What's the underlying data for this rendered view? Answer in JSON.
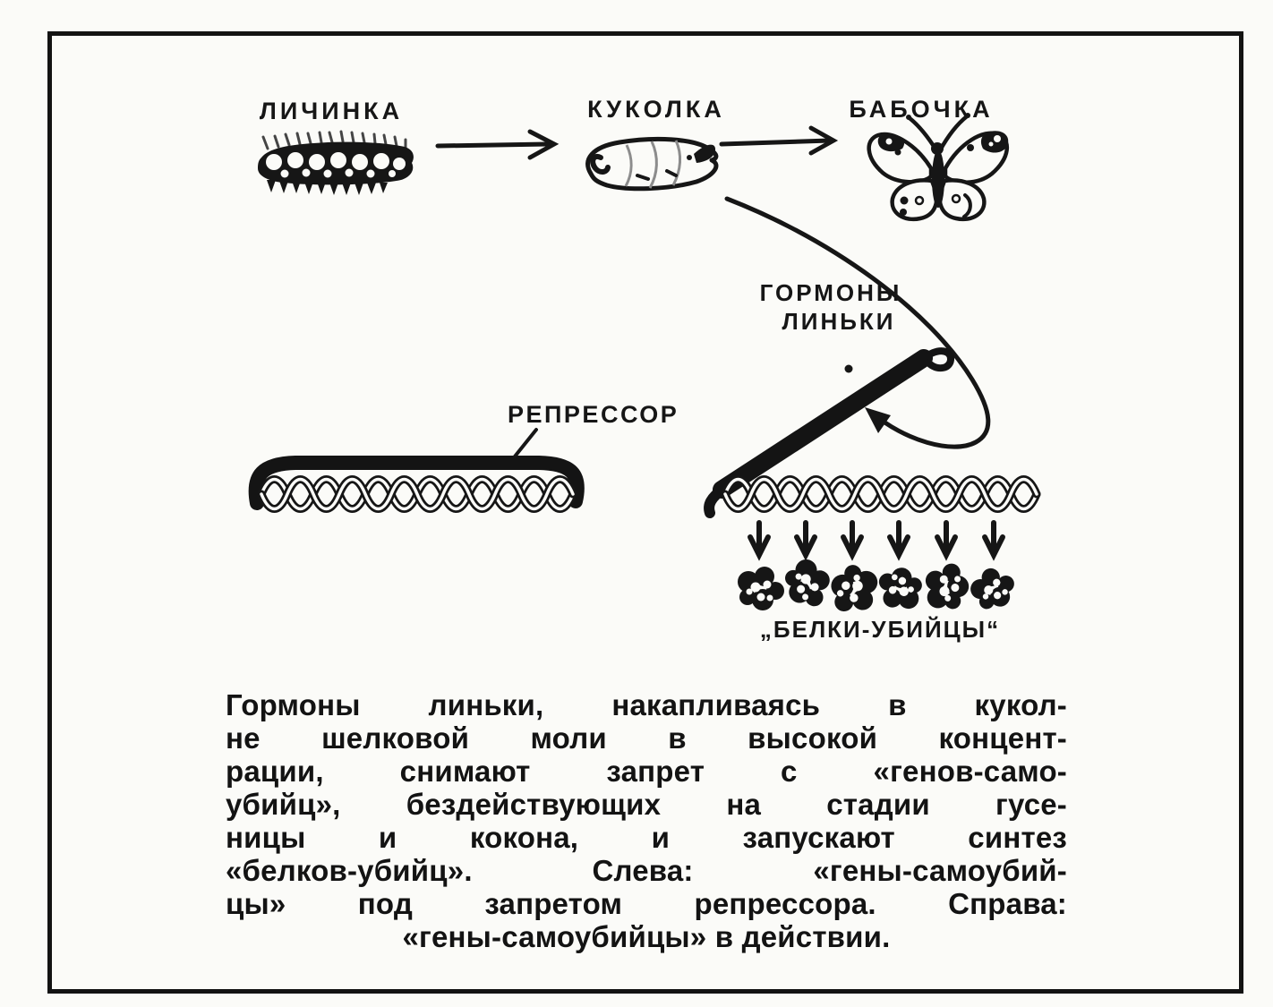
{
  "colors": {
    "ink": "#161616",
    "paper": "#fbfbf8",
    "fuzz_gray": "#454545",
    "segment_gray": "#8c8c8c"
  },
  "stages": {
    "larva": "ЛИЧИНКА",
    "pupa": "КУКОЛКА",
    "butterfly": "БАБОЧКА"
  },
  "labels": {
    "hormones_line1": "ГОРМОНЫ",
    "hormones_line2": "ЛИНЬКИ",
    "repressor": "РЕПРЕССОР",
    "killer_proteins": "„БЕЛКИ-УБИЙЦЫ“"
  },
  "caption": {
    "lines": [
      "Гормоны линьки, накапливаясь в кукол-",
      "не шелковой моли в высокой концент-",
      "рации, снимают запрет с «генов-само-",
      "убийц», бездействующих на стадии гусе-",
      "ницы и кокона, и запускают синтез",
      "«белков-убийц». Слева: «гены-самоубий-",
      "цы» под запретом репрессора. Справа:",
      "«гены-самоубийцы» в действии."
    ]
  }
}
